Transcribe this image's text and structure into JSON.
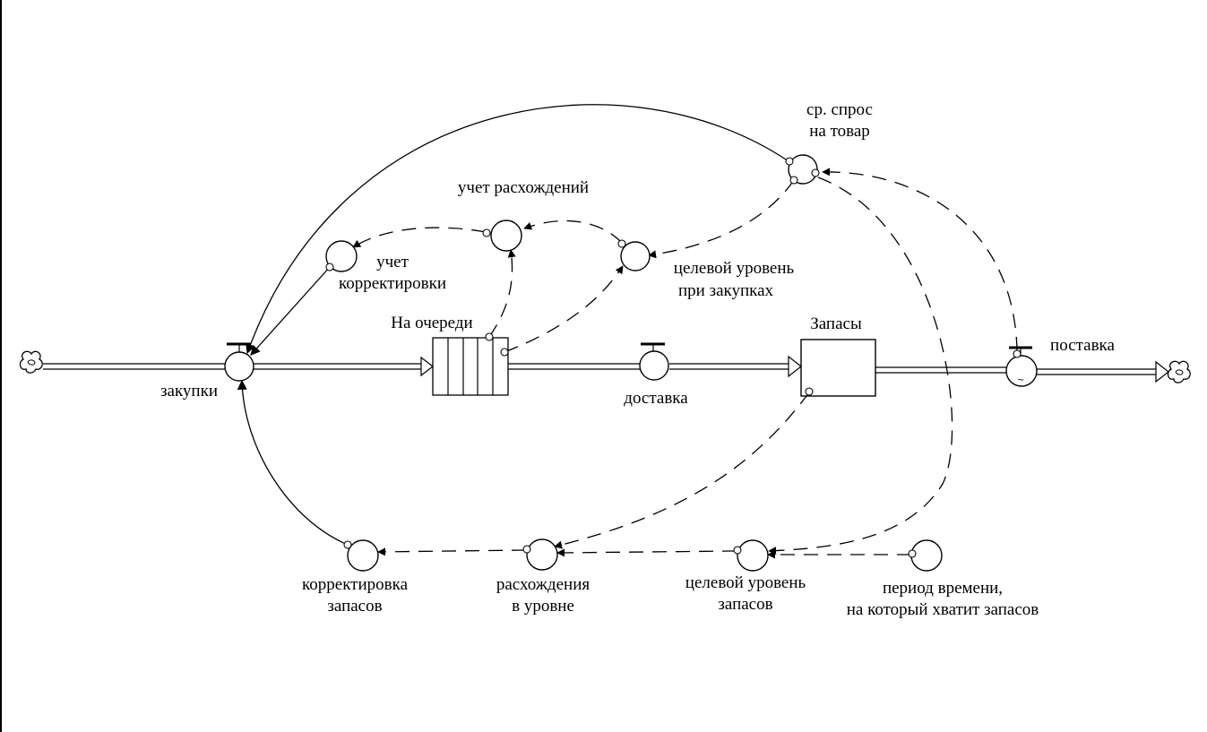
{
  "stocks": {
    "queue": "На очереди",
    "inventory": "Запасы"
  },
  "flows": {
    "purchases": "закупки",
    "delivery": "доставка",
    "shipment": "поставка"
  },
  "auxiliaries": {
    "avg_demand": [
      "ср. спрос",
      "на товар"
    ],
    "discrepancy_account": "учет расхождений",
    "correction_account": [
      "учет",
      "корректировки"
    ],
    "target_level_purchases": [
      "целевой уровень",
      "при закупках"
    ],
    "inventory_correction": [
      "корректировка",
      "запасов"
    ],
    "level_discrepancy": [
      "расхождения",
      "в уровне"
    ],
    "target_inventory_level": [
      "целевой уровень",
      "запасов"
    ],
    "coverage_period": [
      "период времени,",
      "на который хватит запасов"
    ]
  },
  "icons": {
    "source_sink": "cloud-icon",
    "valve": "valve-icon",
    "arrowhead": "arrowhead-icon",
    "shipment_marker": "~"
  },
  "colors": {
    "line": "#000000",
    "background": "#ffffff"
  }
}
